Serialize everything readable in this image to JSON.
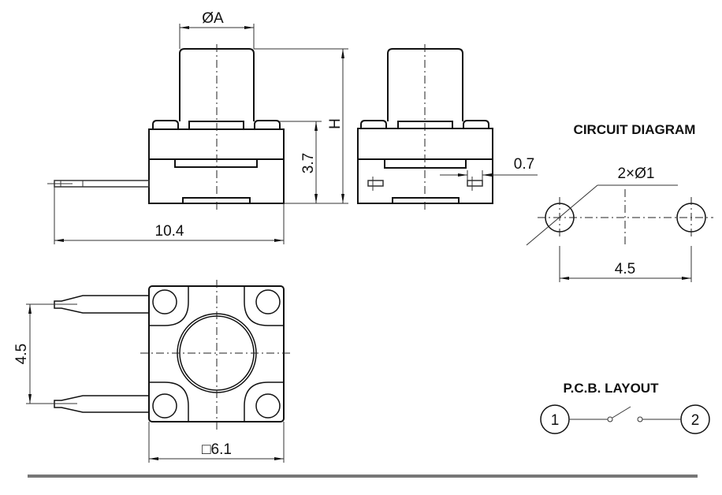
{
  "front_view": {
    "dim_plunger": "ØA",
    "dim_height_total": "H",
    "dim_body_height": "3.7",
    "dim_length": "10.4"
  },
  "side_view": {
    "dim_lead": "0.7"
  },
  "circuit_diagram": {
    "title": "CIRCUIT DIAGRAM",
    "dim_holes": "2×Ø1",
    "dim_spacing": "4.5"
  },
  "bottom_view": {
    "dim_pitch": "4.5",
    "dim_square": "□6.1"
  },
  "pcb_layout": {
    "title": "P.C.B. LAYOUT",
    "pin1": "1",
    "pin2": "2"
  },
  "colors": {
    "line": "#111111",
    "footer_bar": "#777777"
  }
}
